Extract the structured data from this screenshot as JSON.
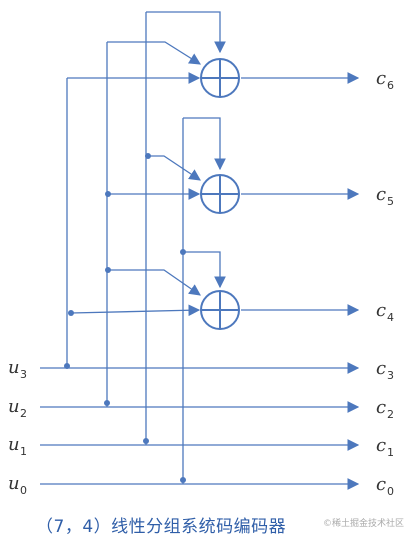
{
  "diagram": {
    "inputs": [
      {
        "id": "u3",
        "symbol": "u",
        "index": "3"
      },
      {
        "id": "u2",
        "symbol": "u",
        "index": "2"
      },
      {
        "id": "u1",
        "symbol": "u",
        "index": "1"
      },
      {
        "id": "u0",
        "symbol": "u",
        "index": "0"
      }
    ],
    "outputs": [
      {
        "id": "c6",
        "symbol": "c",
        "index": "6"
      },
      {
        "id": "c5",
        "symbol": "c",
        "index": "5"
      },
      {
        "id": "c4",
        "symbol": "c",
        "index": "4"
      },
      {
        "id": "c3",
        "symbol": "c",
        "index": "3"
      },
      {
        "id": "c2",
        "symbol": "c",
        "index": "2"
      },
      {
        "id": "c1",
        "symbol": "c",
        "index": "1"
      },
      {
        "id": "c0",
        "symbol": "c",
        "index": "0"
      }
    ],
    "adders": [
      {
        "id": "adder-c6",
        "output": "c6",
        "inputs": [
          "u1",
          "u2",
          "u3"
        ]
      },
      {
        "id": "adder-c5",
        "output": "c5",
        "inputs": [
          "u0",
          "u1",
          "u2"
        ]
      },
      {
        "id": "adder-c4",
        "output": "c4",
        "inputs": [
          "u0",
          "u2",
          "u3"
        ]
      }
    ],
    "color": "#4d78bd"
  },
  "caption": "（7，4）线性分组系统码编码器",
  "watermark": "©稀土掘金技术社区"
}
